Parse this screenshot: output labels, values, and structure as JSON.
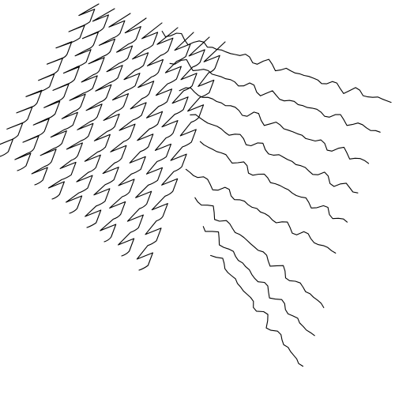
{
  "image": {
    "background": "#ffffff",
    "ink_color": "#000000",
    "description_kind": "black line art",
    "zigzag_group_count": 9,
    "wavy_group_count": 9
  }
}
